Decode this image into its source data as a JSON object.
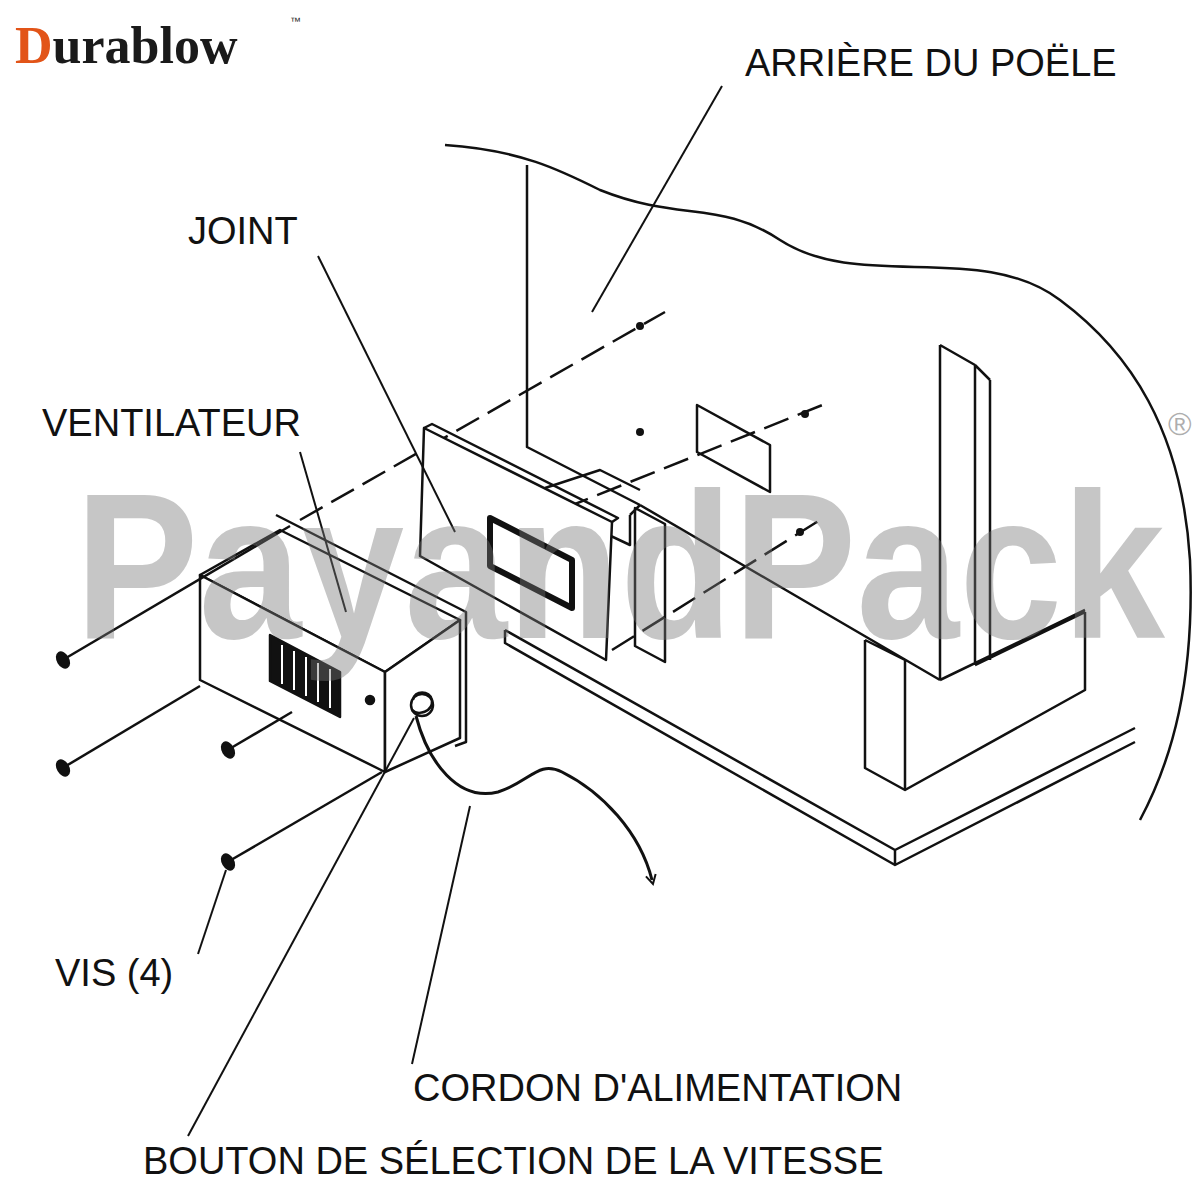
{
  "diagram": {
    "labels": [
      "Durablow",
      "™",
      "ARRIÈRE DU POËLE",
      "JOINT",
      "VENTILATEUR",
      "PayandPack",
      "®",
      "VIS (4)",
      "CORDON D'ALIMENTATION",
      "BOUTON DE SÉLECTION DE LA VITESSE"
    ]
  }
}
